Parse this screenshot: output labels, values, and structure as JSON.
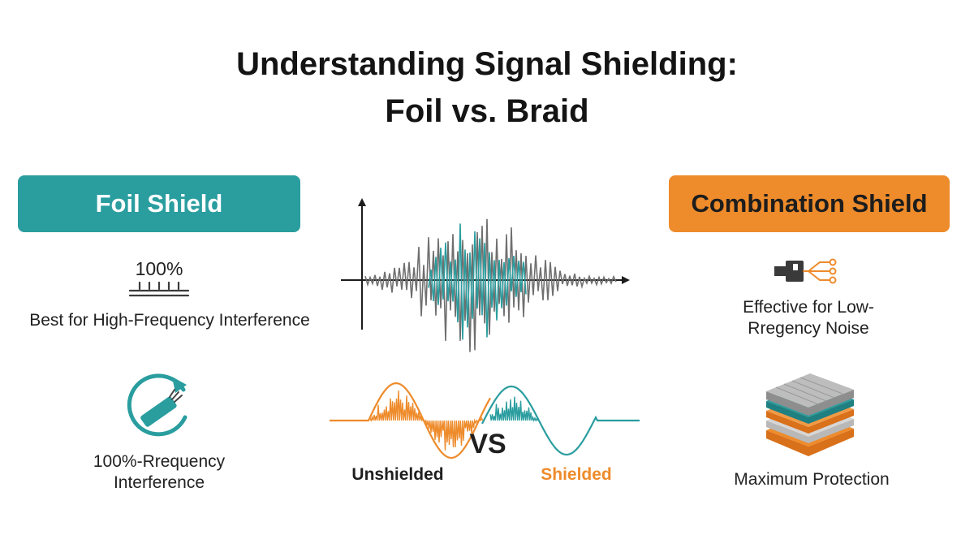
{
  "title": {
    "line1": "Understanding Signal Shielding:",
    "line2": "Foil vs. Braid"
  },
  "left": {
    "banner": "Foil Shield",
    "coverage": "100%",
    "caption1": "Best for High-Frequency Interference",
    "icon": "cable-wrap-icon",
    "caption2_line1": "100%-Rrequency",
    "caption2_line2": "Interference"
  },
  "center": {
    "vs_label": "VS",
    "unshielded_label": "Unshielded",
    "shielded_label": "Shielded"
  },
  "right": {
    "banner": "Combination Shield",
    "icon": "braided-cable-icon",
    "caption1_line1": "Effective for Low-",
    "caption1_line2": "Rregency Noise",
    "layers_icon": "layered-shield-icon",
    "caption2": "Maximum Protection"
  },
  "colors": {
    "teal": "#2a9d9f",
    "orange": "#ee8b2b",
    "gray": "#6f6f6f"
  }
}
